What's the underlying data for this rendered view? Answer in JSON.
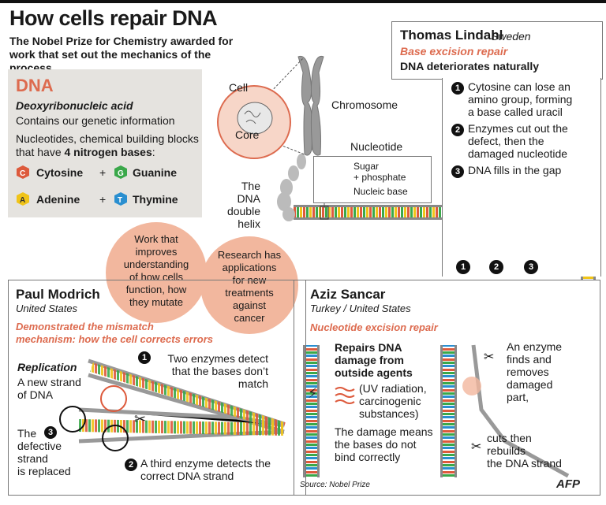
{
  "header": {
    "title": "How cells repair DNA",
    "subtitle": "The Nobel Prize for Chemistry awarded for work that set out the mechanics of the process"
  },
  "dna_box": {
    "heading": "DNA",
    "full_name": "Deoxyribonucleic acid",
    "desc1": "Contains our genetic information",
    "desc2_prefix": "Nucleotides, chemical building blocks that have ",
    "desc2_bold": "4 nitrogen bases",
    "desc2_suffix": ":",
    "bases": [
      {
        "letter": "C",
        "name": "Cytosine",
        "color": "#dd5a3c"
      },
      {
        "letter": "G",
        "name": "Guanine",
        "color": "#3aa84a"
      },
      {
        "letter": "A",
        "name": "Adenine",
        "color": "#f0c419"
      },
      {
        "letter": "T",
        "name": "Thymine",
        "color": "#2a8fd0"
      }
    ],
    "plus": "+"
  },
  "diagram_labels": {
    "cell": "Cell",
    "core": "Core",
    "chromosome": "Chromosome",
    "nucleotide": "Nucleotide",
    "sugar": "Sugar",
    "phosphate": "+ phosphate",
    "nucleic_base": "Nucleic base",
    "double_helix_1": "The DNA",
    "double_helix_2": "double",
    "double_helix_3": "helix"
  },
  "circles": {
    "left": [
      "Work that",
      "improves",
      "understanding",
      "of how cells",
      "function, how",
      "they mutate"
    ],
    "right": [
      "Research has",
      "applications",
      "for new",
      "treatments",
      "against",
      "cancer"
    ]
  },
  "lindahl": {
    "name": "Thomas Lindahl",
    "country": "Sweden",
    "method": "Base excision repair",
    "description": "DNA deteriorates naturally",
    "steps": [
      {
        "num": "1",
        "lines": [
          "Cytosine can lose an",
          "amino group, forming",
          "a base called uracil"
        ]
      },
      {
        "num": "2",
        "lines": [
          "Enzymes cut out the",
          "defect, then the",
          "damaged nucleotide"
        ]
      },
      {
        "num": "3",
        "lines": [
          "DNA fills in the gap"
        ]
      }
    ],
    "diagram_numbers": [
      "1",
      "2",
      "3"
    ]
  },
  "modrich": {
    "name": "Paul Modrich",
    "country": "United States",
    "method_lines": [
      "Demonstrated the mismatch",
      "mechanism: how the cell corrects errors"
    ],
    "replication": "Replication",
    "new_strand": [
      "A new strand",
      "of DNA"
    ],
    "defective": [
      "The",
      "defective",
      "strand",
      "is replaced"
    ],
    "step1": [
      "Two enzymes detect",
      "that the bases don’t",
      "match"
    ],
    "step2": "A third enzyme detects the",
    "step2b": "correct DNA strand",
    "num1": "1",
    "num2": "2",
    "num3": "3"
  },
  "sancar": {
    "name": "Aziz Sancar",
    "country": "Turkey / United States",
    "method": "Nucleotide excision repair",
    "repairs": [
      "Repairs DNA",
      "damage from",
      "outside agents"
    ],
    "agents": [
      "(UV radiation,",
      "carcinogenic",
      "substances)"
    ],
    "damage": [
      "The damage means",
      "the bases do not",
      "bind correctly"
    ],
    "enzyme": [
      "An enzyme",
      "finds and",
      "removes",
      "damaged",
      "part,"
    ],
    "rebuild": [
      "cuts then",
      "rebuilds",
      "the DNA strand"
    ]
  },
  "footer": {
    "source": "Source: Nobel Prize",
    "logo": "AFP"
  }
}
